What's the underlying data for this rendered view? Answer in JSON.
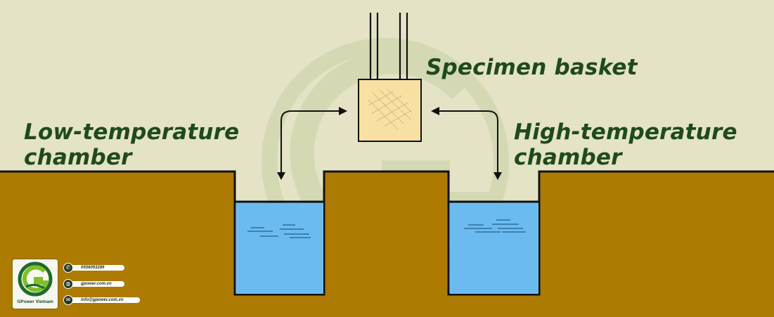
{
  "labels": {
    "specimen_basket": "Specimen basket",
    "low_chamber": [
      "Low-temperature",
      "chamber"
    ],
    "high_chamber": [
      "High-temperature",
      "chamber"
    ]
  },
  "brand": {
    "name": "GPower Vietnam",
    "logo_letter": "G"
  },
  "contacts": {
    "phone": "0936093289",
    "website": "gpower.com.vn",
    "email": "info@gpower.com.vn"
  },
  "icons": {
    "phone": "phone-icon",
    "web": "globe-icon",
    "email": "mail-icon"
  },
  "colors": {
    "background": "#e4e3c5",
    "ground": "#ad7b02",
    "water": "#6cbbf0",
    "basket": "#f8e0a3",
    "label_text": "#1f4a1c",
    "outline": "#111111"
  }
}
